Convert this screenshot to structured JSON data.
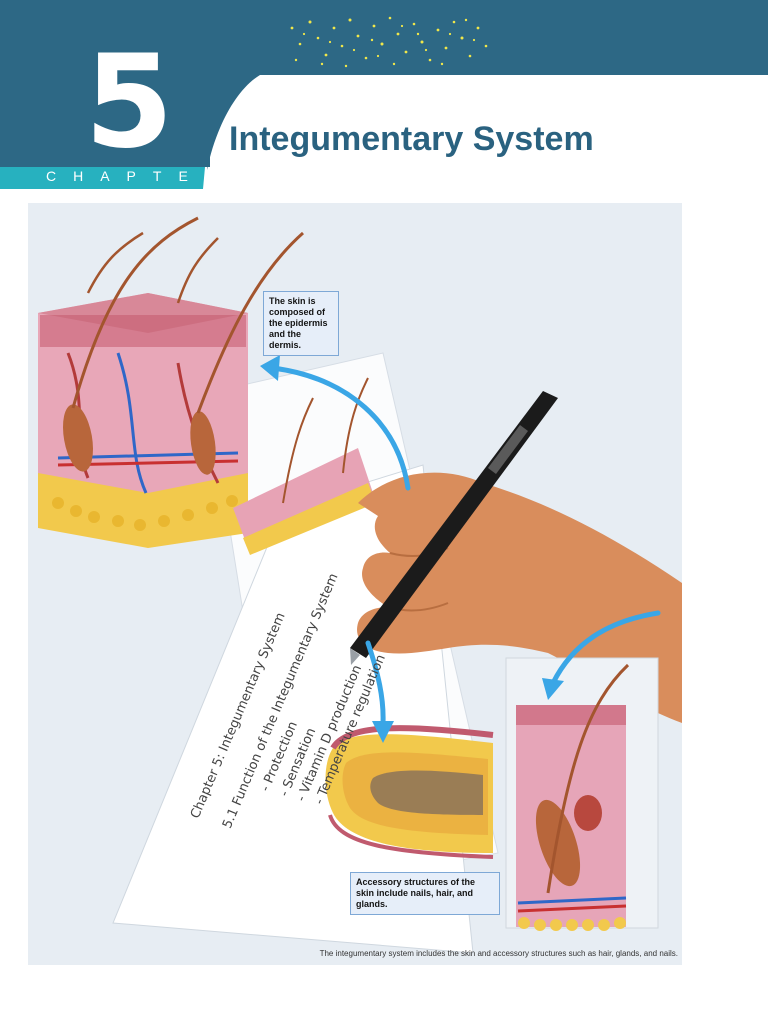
{
  "chapter": {
    "number": "5",
    "word": "CHAPTER",
    "title": "Integumentary System"
  },
  "figure": {
    "callout_skin": "The skin is composed of the epidermis and the dermis.",
    "callout_accessory": "Accessory structures of the skin include nails, hair, and glands.",
    "caption": "The integumentary system includes the skin and accessory structures such as hair, glands, and nails.",
    "notes": {
      "line1": "Chapter 5: Integumentary System",
      "line2": "5.1 Function of the Integumentary System",
      "item1": "- Protection",
      "item2": "- Sensation",
      "item3": "- Vitamin D production",
      "item4": "- Temperature regulation"
    }
  },
  "colors": {
    "band": "#2d6885",
    "accent_bar": "#27b1bf",
    "title": "#2a6280",
    "dots": "#f0e74a",
    "callout_border": "#7ea8d6",
    "arrow": "#3aa6e6"
  }
}
